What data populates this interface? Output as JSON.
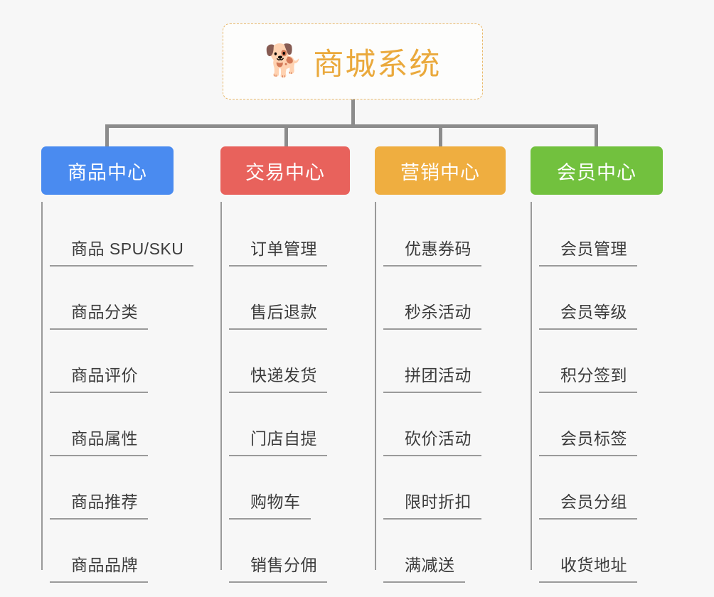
{
  "page": {
    "background_color": "#f7f7f7",
    "type": "mind-map"
  },
  "root": {
    "icon": "shiba-dog-emoji",
    "icon_glyph": "🐕",
    "title": "商城系统",
    "title_color": "#eaa93c",
    "border_color": "#e9b96b",
    "border_style": "dashed"
  },
  "connector": {
    "color": "#8c8c8c"
  },
  "branches": [
    {
      "id": "product-center",
      "label": "商品中心",
      "color": "#4a8bf0",
      "items": [
        "商品 SPU/SKU",
        "商品分类",
        "商品评价",
        "商品属性",
        "商品推荐",
        "商品品牌"
      ]
    },
    {
      "id": "transaction-center",
      "label": "交易中心",
      "color": "#e8625c",
      "items": [
        "订单管理",
        "售后退款",
        "快递发货",
        "门店自提",
        "购物车",
        "销售分佣"
      ]
    },
    {
      "id": "marketing-center",
      "label": "营销中心",
      "color": "#efae40",
      "items": [
        "优惠券码",
        "秒杀活动",
        "拼团活动",
        "砍价活动",
        "限时折扣",
        "满减送"
      ]
    },
    {
      "id": "member-center",
      "label": "会员中心",
      "color": "#72c13e",
      "items": [
        "会员管理",
        "会员等级",
        "积分签到",
        "会员标签",
        "会员分组",
        "收货地址"
      ]
    }
  ]
}
